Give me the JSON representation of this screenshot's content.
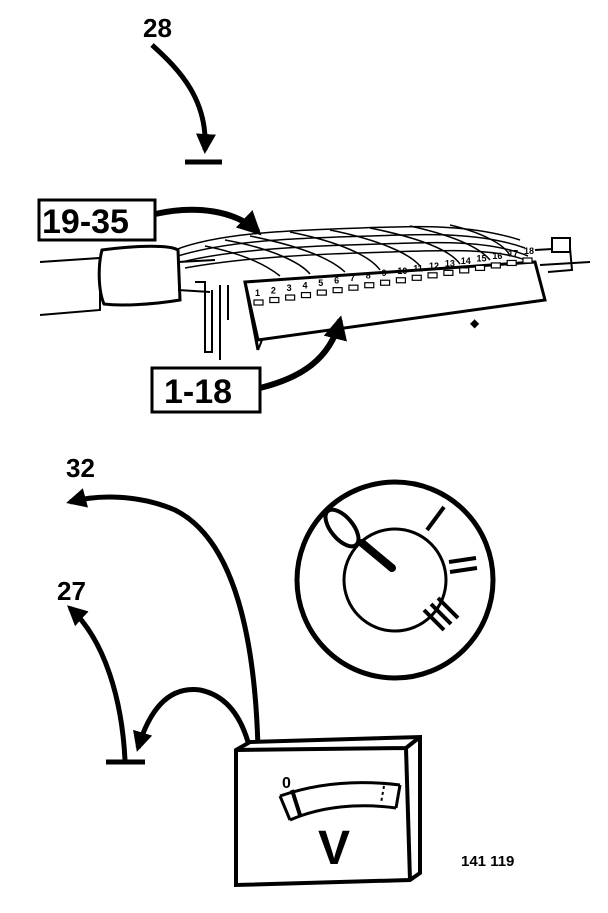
{
  "labels": {
    "top_ref": "28",
    "connector_upper_range": "19-35",
    "connector_lower_range": "1-18",
    "wire_32": "32",
    "wire_27": "27",
    "meter_zero": "0",
    "meter_unit": "V",
    "figure_number": "141 119"
  },
  "pin_numbers": [
    "1",
    "2",
    "3",
    "4",
    "5",
    "6",
    "7",
    "8",
    "9",
    "10",
    "11",
    "12",
    "13",
    "14",
    "15",
    "16",
    "17",
    "18"
  ],
  "switch_positions": [
    "0",
    "I",
    "II",
    "III"
  ],
  "icons": {
    "ground": "ground-symbol-icon",
    "arrow": "curved-arrow-icon",
    "ignition_switch": "ignition-switch-icon",
    "voltmeter": "voltmeter-icon"
  },
  "colors": {
    "ink": "#000000",
    "paper": "#ffffff"
  }
}
